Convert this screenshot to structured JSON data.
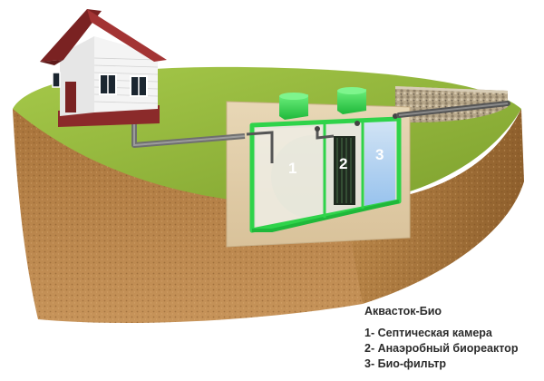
{
  "diagram": {
    "chamber_labels": [
      "1",
      "2",
      "3"
    ],
    "title": "Аквасток-Био",
    "legend": [
      "1- Септическая камера",
      "2- Анаэробный биореактор",
      "3- Био-фильтр"
    ]
  },
  "colors": {
    "grass": "#8fb33a",
    "soil": "#b07a3e",
    "tank_frame": "#2fd34a",
    "roof": "#8b2a2a",
    "house_wall": "#f2f2f2",
    "pipe": "#6f6f6f",
    "filter_water": "#9ec6f0",
    "gravel": "#b9a88c"
  },
  "icons": [
    "house-icon",
    "septic-tank",
    "pipe",
    "gravel-bed"
  ]
}
